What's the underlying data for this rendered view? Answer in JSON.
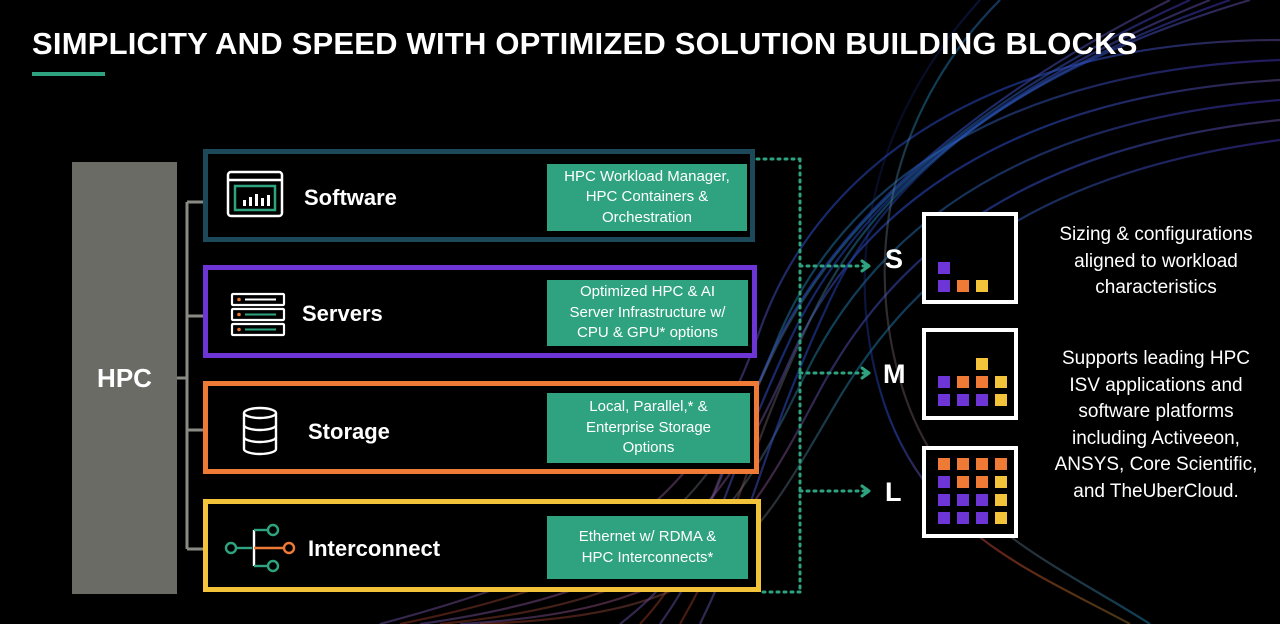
{
  "title": "SIMPLICITY AND SPEED WITH OPTIMIZED SOLUTION BUILDING BLOCKS",
  "hpc": {
    "label": "HPC"
  },
  "blocks": [
    {
      "name": "Software",
      "desc": [
        "HPC Workload Manager,",
        "HPC Containers &",
        "Orchestration"
      ],
      "color": "#1d4a5a",
      "icon": "monitor-chart-icon"
    },
    {
      "name": "Servers",
      "desc": [
        "Optimized HPC & AI",
        "Server Infrastructure w/",
        "CPU & GPU* options"
      ],
      "color": "#6d35d6",
      "icon": "server-rack-icon"
    },
    {
      "name": "Storage",
      "desc": [
        "Local, Parallel,* &",
        "Enterprise Storage",
        "Options"
      ],
      "color": "#ee7a35",
      "icon": "database-icon"
    },
    {
      "name": "Interconnect",
      "desc": [
        "Ethernet w/ RDMA &",
        "HPC Interconnects*"
      ],
      "color": "#f3c33a",
      "icon": "network-branch-icon"
    }
  ],
  "sizes": [
    {
      "label": "S",
      "icon": "size-small-grid-icon"
    },
    {
      "label": "M",
      "icon": "size-medium-grid-icon"
    },
    {
      "label": "L",
      "icon": "size-large-grid-icon"
    }
  ],
  "right_texts": [
    [
      "Sizing & configurations",
      "aligned to workload",
      "characteristics"
    ],
    [
      "Supports leading HPC",
      "ISV applications and",
      "software platforms",
      "including Activeeon,",
      "ANSYS, Core Scientific,",
      "and TheUberCloud."
    ]
  ],
  "colors": {
    "accent_green": "#2fa37f",
    "hpc_gray": "#6b6b66",
    "purple": "#6d35d6",
    "orange": "#ee7a35",
    "yellow": "#f3c33a",
    "teal_dark": "#1d4a5a"
  }
}
